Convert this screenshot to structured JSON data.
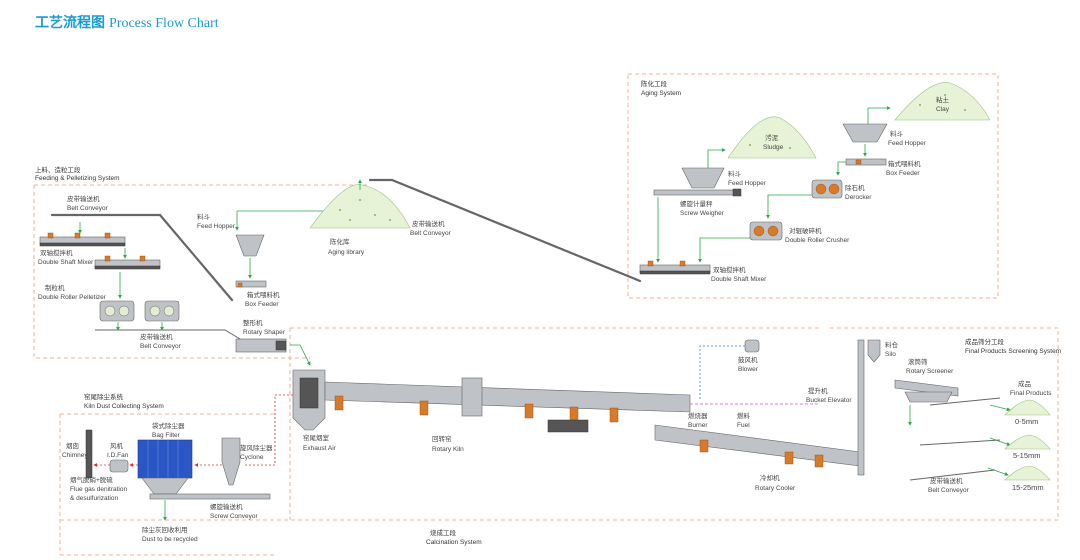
{
  "header": {
    "title_cn": "工艺流程图",
    "title_en": "Process Flow Chart"
  },
  "sections": {
    "feeding": {
      "cn": "上料、造粒工段",
      "en": "Feeding & Pelletizing System"
    },
    "aging": {
      "cn": "陈化工段",
      "en": "Aging System"
    },
    "kiln_dust": {
      "cn": "窑尾除尘系统",
      "en": "Kiln Dust Collecting System"
    },
    "screening": {
      "cn": "成品筛分工段",
      "en": "Final Products Screening System"
    },
    "calcination": {
      "cn": "烧成工段",
      "en": "Calcination System"
    }
  },
  "equipment": {
    "belt_conveyor_top": {
      "cn": "皮带输送机",
      "en": "Belt Conveyor"
    },
    "double_shaft_mixer_l": {
      "cn": "双轴搅拌机",
      "en": "Double Shaft Mixer"
    },
    "pelletizer": {
      "cn": "制粒机",
      "en": "Double Roller Pelletizer"
    },
    "belt_conveyor_low": {
      "cn": "皮带输送机",
      "en": "Belt Conveyor"
    },
    "feed_hopper_l": {
      "cn": "料斗",
      "en": "Feed Hopper"
    },
    "box_feeder_l": {
      "cn": "箱式喂料机",
      "en": "Box Feeder"
    },
    "aging_library": {
      "cn": "陈化库",
      "en": "Aging library"
    },
    "belt_conveyor_mid": {
      "cn": "皮带输送机",
      "en": "Belt Conveyor"
    },
    "rotary_shaper": {
      "cn": "整形机",
      "en": "Rotary Shaper"
    },
    "sludge": {
      "cn": "污泥",
      "en": "Sludge"
    },
    "clay": {
      "cn": "粘土",
      "en": "Clay"
    },
    "feed_hopper_a": {
      "cn": "料斗",
      "en": "Feed Hopper"
    },
    "screw_weigher": {
      "cn": "螺旋计量秤",
      "en": "Screw Weigher"
    },
    "feed_hopper_r": {
      "cn": "料斗",
      "en": "Feed Hopper"
    },
    "box_feeder_r": {
      "cn": "箱式喂料机",
      "en": "Box Feeder"
    },
    "derocker": {
      "cn": "除石机",
      "en": "Derocker"
    },
    "double_roller_crusher": {
      "cn": "对辊破碎机",
      "en": "Double Roller Crusher"
    },
    "double_shaft_mixer_r": {
      "cn": "双轴搅拌机",
      "en": "Double Shaft Mixer"
    },
    "chimney": {
      "cn": "烟囱",
      "en": "Chimney"
    },
    "id_fan": {
      "cn": "风机",
      "en": "I.D.Fan"
    },
    "bag_filter": {
      "cn": "袋式除尘器",
      "en": "Bag Filter"
    },
    "cyclone": {
      "cn": "旋风除尘器",
      "en": "Cyclone"
    },
    "flue_gas": {
      "cn": "烟气脱硝+脱硫",
      "en": "Flue gas denitration",
      "en2": "& desulfurization"
    },
    "screw_conveyor": {
      "cn": "螺旋输送机",
      "en": "Screw Conveyor"
    },
    "dust_recycle": {
      "cn": "除尘灰回收利用",
      "en": "Dust to be recycled"
    },
    "exhaust_air": {
      "cn": "窑尾烟室",
      "en": "Exhaust Air"
    },
    "rotary_kiln": {
      "cn": "回转窑",
      "en": "Rotary Kiln"
    },
    "blower": {
      "cn": "鼓风机",
      "en": "Blower"
    },
    "burner": {
      "cn": "燃烧器",
      "en": "Burner"
    },
    "fuel": {
      "cn": "燃料",
      "en": "Fuel"
    },
    "rotary_cooler": {
      "cn": "冷却机",
      "en": "Rotary Cooler"
    },
    "bucket_elevator": {
      "cn": "提升机",
      "en": "Bucket Elevator"
    },
    "silo": {
      "cn": "料仓",
      "en": "Silo"
    },
    "rotary_screener": {
      "cn": "滚筒筛",
      "en": "Rotary Screener"
    },
    "belt_conveyor_final": {
      "cn": "皮带输送机",
      "en": "Belt Conveyor"
    },
    "final_products": {
      "cn": "成品",
      "en": "Final Products"
    }
  },
  "product_sizes": [
    "0-5mm",
    "5-15mm",
    "15-25mm"
  ],
  "colors": {
    "title": "#1a9bd1",
    "zone_border": "#e6a07a",
    "flow_green": "#2aa84a",
    "flow_red": "#e03030",
    "equipment_orange": "#d87a2a",
    "pile_green": "#9bc27a"
  }
}
